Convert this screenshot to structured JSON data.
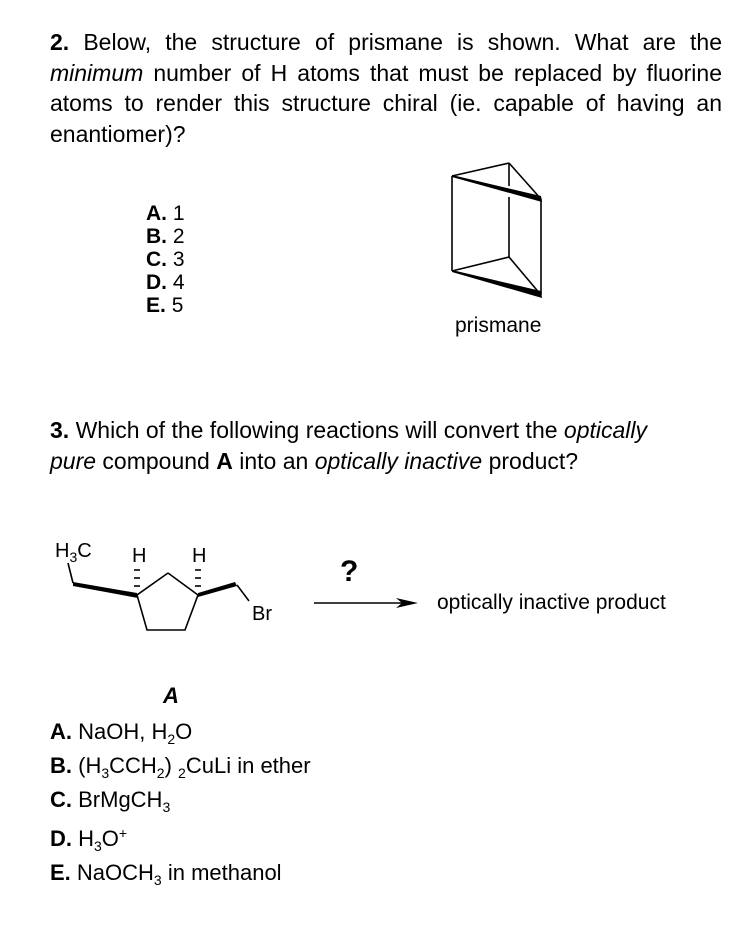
{
  "question2": {
    "number": "2.",
    "text_before": " Below, the structure of prismane is shown. What are the ",
    "emphasis": "minimum",
    "text_after": " number of H atoms that must be replaced by fluorine atoms to render this structure chiral (ie. capable of having an enantiomer)?",
    "choices": [
      {
        "label": "A.",
        "value": "1"
      },
      {
        "label": "B.",
        "value": "2"
      },
      {
        "label": "C.",
        "value": "3"
      },
      {
        "label": "D.",
        "value": "4"
      },
      {
        "label": "E.",
        "value": "5"
      }
    ],
    "structure_label": "prismane"
  },
  "question3": {
    "number": "3.",
    "t1": " Which of the following reactions will convert the ",
    "em1": "optically pure",
    "t2": " compound ",
    "bold1": "A",
    "t3": " into an ",
    "em2": "optically inactive",
    "t4": " product?",
    "molecule": {
      "ch3_H": "H",
      "ch3_3": "3",
      "ch3_C": "C",
      "h_left": "H",
      "h_right": "H",
      "br": "Br",
      "label": "A"
    },
    "arrow_label": "?",
    "product": "optically inactive product",
    "choices": {
      "a": {
        "label": "A.",
        "p1": " NaOH, H",
        "s1": "2",
        "p2": "O"
      },
      "b": {
        "label": "B.",
        "p1": " (H",
        "s1": "3",
        "p2": "CCH",
        "s2": "2",
        "p3": ") ",
        "s3": "2",
        "p4": "CuLi in ether"
      },
      "c": {
        "label": "C.",
        "p1": " BrMgCH",
        "s1": "3"
      },
      "d": {
        "label": "D.",
        "p1": " H",
        "s1": "3",
        "p2": "O",
        "sup": "+"
      },
      "e": {
        "label": "E.",
        "p1": " NaOCH",
        "s1": "3",
        "p2": " in methanol"
      }
    }
  }
}
